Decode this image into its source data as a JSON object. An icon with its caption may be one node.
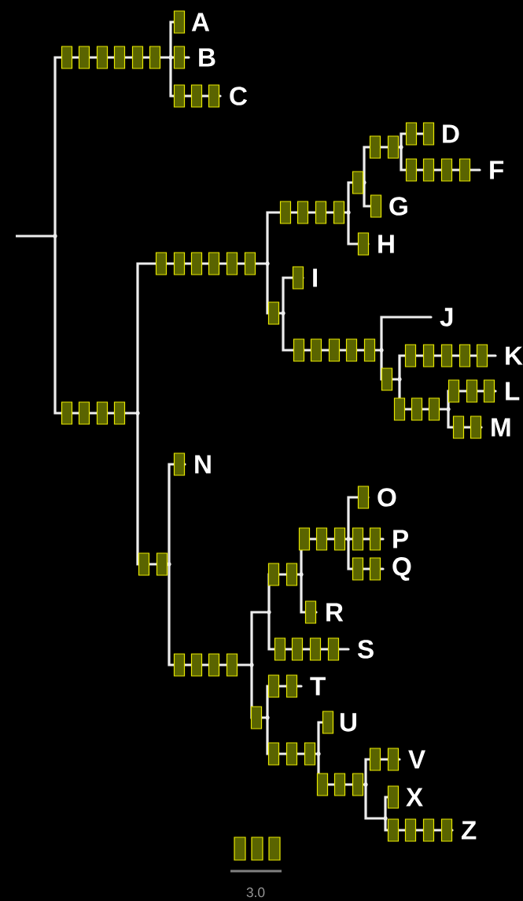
{
  "diagram": {
    "nodes": [
      {
        "text": [],
        "shape": "point"
      },
      {
        "text": [],
        "shape": "point"
      },
      {
        "text": [
          "A"
        ]
      },
      {
        "text": [
          "B"
        ]
      },
      {
        "text": [
          "C"
        ]
      },
      {
        "text": [],
        "shape": "point"
      },
      {
        "text": [],
        "shape": "point"
      },
      {
        "text": [],
        "shape": "point"
      },
      {
        "text": [],
        "shape": "point"
      },
      {
        "text": [],
        "shape": "point"
      },
      {
        "text": [
          "D"
        ]
      },
      {
        "text": [
          "F"
        ]
      },
      {
        "text": [
          "G"
        ]
      },
      {
        "text": [
          "H"
        ]
      },
      {
        "text": [],
        "shape": "point"
      },
      {
        "text": [
          "I"
        ]
      },
      {
        "text": [],
        "shape": "point"
      },
      {
        "text": [
          "J"
        ]
      },
      {
        "text": [],
        "shape": "point"
      },
      {
        "text": [
          "K"
        ]
      },
      {
        "text": [],
        "shape": "point"
      },
      {
        "text": [
          "L"
        ]
      },
      {
        "text": [
          "M"
        ]
      },
      {
        "text": [],
        "shape": "point"
      },
      {
        "text": [
          "N"
        ]
      },
      {
        "text": [],
        "shape": "point"
      },
      {
        "text": [],
        "shape": "point"
      },
      {
        "text": [],
        "shape": "point"
      },
      {
        "text": [],
        "shape": "point"
      },
      {
        "text": [
          "O"
        ]
      },
      {
        "text": [
          "P"
        ]
      },
      {
        "text": [
          "Q"
        ]
      },
      {
        "text": [
          "R"
        ]
      },
      {
        "text": [
          "S"
        ]
      },
      {
        "text": [],
        "shape": "point"
      },
      {
        "text": [
          "T"
        ]
      },
      {
        "text": [],
        "shape": "point"
      },
      {
        "text": [
          "U"
        ]
      },
      {
        "text": [],
        "shape": "point"
      },
      {
        "text": [
          "V"
        ]
      },
      {
        "text": [],
        "shape": "point"
      },
      {
        "text": [
          "X"
        ]
      },
      {
        "text": [
          "Z"
        ]
      }
    ],
    "edges": [
      {
        "from": 0,
        "to": 1,
        "arrow": "none"
      },
      {
        "from": 1,
        "to": 2,
        "arrow": "none"
      },
      {
        "from": 1,
        "to": 3,
        "arrow": "none"
      },
      {
        "from": 1,
        "to": 4,
        "arrow": "none"
      },
      {
        "from": 0,
        "to": 5,
        "arrow": "none"
      },
      {
        "from": 5,
        "to": 6,
        "arrow": "none"
      },
      {
        "from": 6,
        "to": 7,
        "arrow": "none"
      },
      {
        "from": 7,
        "to": 8,
        "arrow": "none"
      },
      {
        "from": 8,
        "to": 9,
        "arrow": "none"
      },
      {
        "from": 9,
        "to": 10,
        "arrow": "none"
      },
      {
        "from": 9,
        "to": 11,
        "arrow": "none"
      },
      {
        "from": 8,
        "to": 12,
        "arrow": "none"
      },
      {
        "from": 7,
        "to": 13,
        "arrow": "none"
      },
      {
        "from": 6,
        "to": 14,
        "arrow": "none"
      },
      {
        "from": 14,
        "to": 15,
        "arrow": "none"
      },
      {
        "from": 14,
        "to": 16,
        "arrow": "none"
      },
      {
        "from": 16,
        "to": 17,
        "arrow": "none"
      },
      {
        "from": 16,
        "to": 18,
        "arrow": "none"
      },
      {
        "from": 18,
        "to": 19,
        "arrow": "none"
      },
      {
        "from": 18,
        "to": 20,
        "arrow": "none"
      },
      {
        "from": 20,
        "to": 21,
        "arrow": "none"
      },
      {
        "from": 20,
        "to": 22,
        "arrow": "none"
      },
      {
        "from": 5,
        "to": 23,
        "arrow": "none"
      },
      {
        "from": 23,
        "to": 24,
        "arrow": "none"
      },
      {
        "from": 23,
        "to": 25,
        "arrow": "none"
      },
      {
        "from": 25,
        "to": 26,
        "arrow": "none"
      },
      {
        "from": 26,
        "to": 27,
        "arrow": "none"
      },
      {
        "from": 27,
        "to": 28,
        "arrow": "none"
      },
      {
        "from": 28,
        "to": 29,
        "arrow": "none"
      },
      {
        "from": 28,
        "to": 30,
        "arrow": "none"
      },
      {
        "from": 28,
        "to": 31,
        "arrow": "none"
      },
      {
        "from": 27,
        "to": 32,
        "arrow": "none"
      },
      {
        "from": 26,
        "to": 33,
        "arrow": "none"
      },
      {
        "from": 25,
        "to": 34,
        "arrow": "none"
      },
      {
        "from": 34,
        "to": 35,
        "arrow": "none"
      },
      {
        "from": 34,
        "to": 36,
        "arrow": "none"
      },
      {
        "from": 36,
        "to": 37,
        "arrow": "none"
      },
      {
        "from": 36,
        "to": 38,
        "arrow": "none"
      },
      {
        "from": 38,
        "to": 39,
        "arrow": "none"
      },
      {
        "from": 38,
        "to": 40,
        "arrow": "none"
      },
      {
        "from": 40,
        "to": 41,
        "arrow": "none"
      },
      {
        "from": 40,
        "to": 42,
        "arrow": "none"
      }
    ],
    "labels": [
      "3.0"
    ]
  }
}
